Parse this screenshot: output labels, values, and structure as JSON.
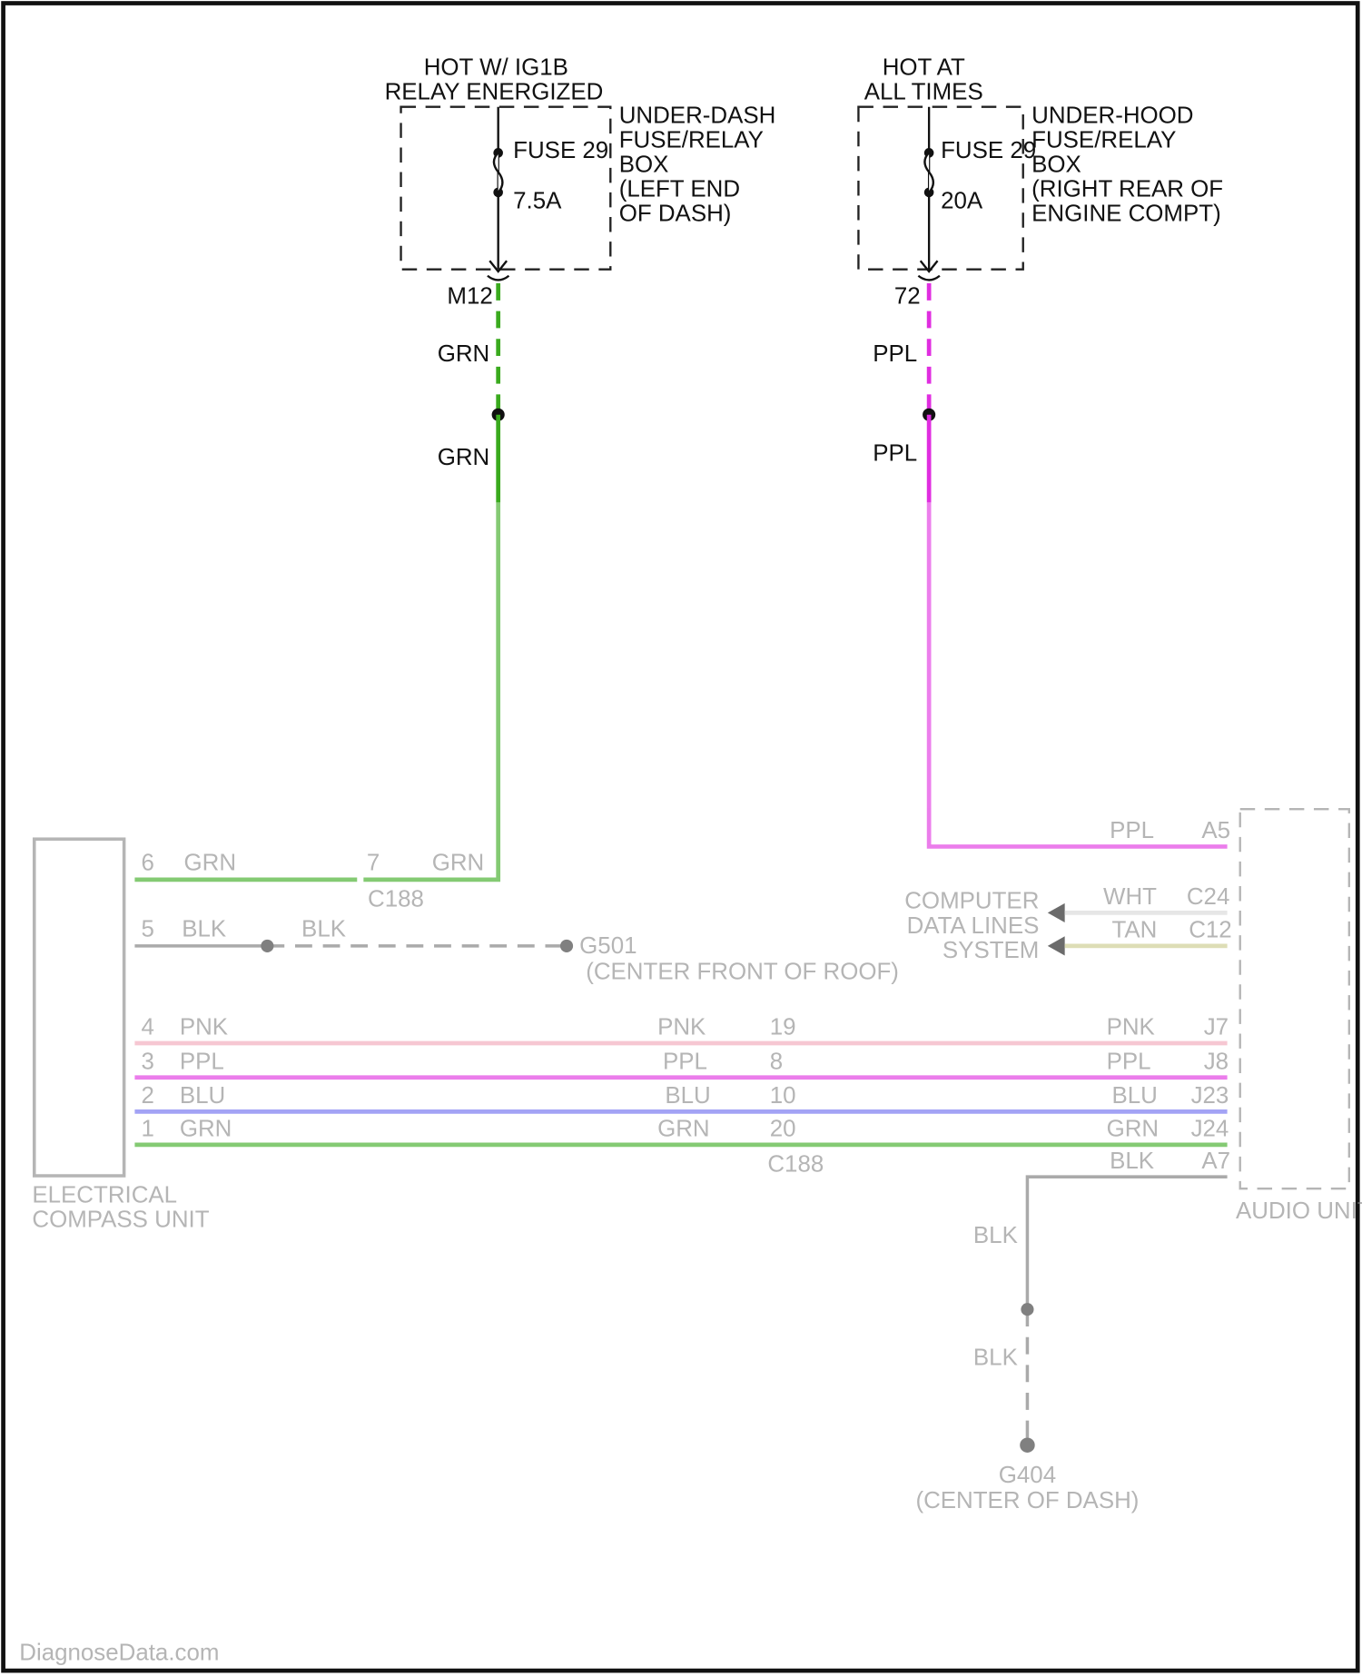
{
  "left_source": {
    "title_line1": "HOT W/ IG1B",
    "title_line2": "RELAY ENERGIZED",
    "fuse_name": "FUSE 29",
    "fuse_rating": "7.5A",
    "box_desc": [
      "UNDER-DASH",
      "FUSE/RELAY",
      "BOX",
      "(LEFT END",
      "OF DASH)"
    ],
    "connector": "M12",
    "wire_upper": "GRN",
    "wire_lower": "GRN"
  },
  "right_source": {
    "title_line1": "HOT AT",
    "title_line2": "ALL TIMES",
    "fuse_name": "FUSE 29",
    "fuse_rating": "20A",
    "box_desc": [
      "UNDER-HOOD",
      "FUSE/RELAY",
      "BOX",
      "(RIGHT REAR OF",
      "ENGINE COMPT)"
    ],
    "connector": "72",
    "wire_upper": "PPL",
    "wire_lower": "PPL"
  },
  "compass_unit": {
    "label_line1": "ELECTRICAL",
    "label_line2": "COMPASS UNIT",
    "pins": [
      "6",
      "5",
      "4",
      "3",
      "2",
      "1"
    ],
    "wires": [
      "GRN",
      "BLK",
      "PNK",
      "PPL",
      "BLU",
      "GRN"
    ]
  },
  "power_link": {
    "connector": "C188",
    "pin": "7",
    "wire_right": "GRN"
  },
  "roof_ground": {
    "splice_wire": "BLK",
    "ground_id": "G501",
    "ground_desc": "(CENTER FRONT OF ROOF)"
  },
  "mid_connector": {
    "name": "C188",
    "pins": [
      "19",
      "8",
      "10",
      "20"
    ],
    "wires_left": [
      "PNK",
      "PPL",
      "BLU",
      "GRN"
    ],
    "wires_right": [
      "PNK",
      "PPL",
      "BLU",
      "GRN"
    ]
  },
  "audio_unit": {
    "label": "AUDIO UNIT",
    "pin_power": "A5",
    "power_wire": "PPL",
    "data_pins": [
      "C24",
      "C12"
    ],
    "data_wires": [
      "WHT",
      "TAN"
    ],
    "pins": [
      "J7",
      "J8",
      "J23",
      "J24"
    ],
    "wires": [
      "PNK",
      "PPL",
      "BLU",
      "GRN"
    ],
    "ground_pin": "A7",
    "ground_wire": "BLK"
  },
  "computer_data": {
    "line1": "COMPUTER",
    "line2": "DATA LINES",
    "line3": "SYSTEM"
  },
  "dash_ground": {
    "wire_upper": "BLK",
    "wire_lower": "BLK",
    "ground_id": "G404",
    "ground_desc": "(CENTER OF DASH)"
  },
  "footer": {
    "watermark": "DiagnoseData.com"
  },
  "colors": {
    "grn": "#3aaa1e",
    "ppl": "#e02ee0",
    "pnk": "#f2a6b8",
    "blu": "#6b6bf0",
    "blk": "#777777",
    "wht": "#d8d8d8",
    "tan": "#c9c98a"
  }
}
